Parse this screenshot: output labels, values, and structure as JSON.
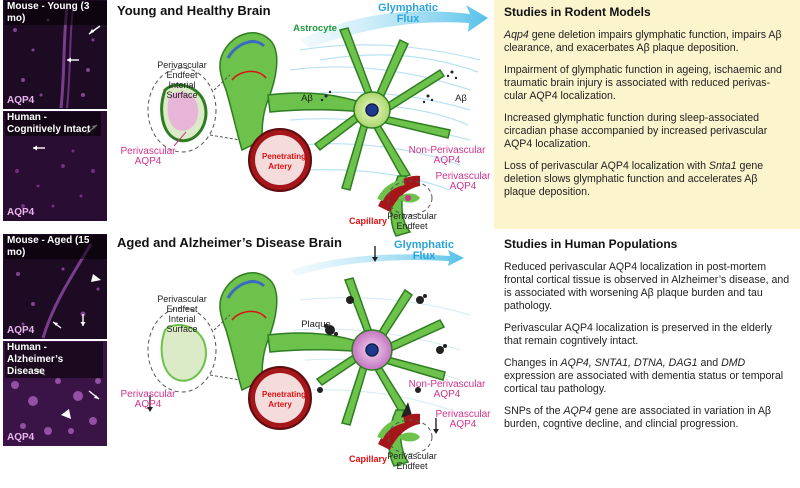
{
  "top": {
    "section_title": "Young and Healthy Brain",
    "panels": [
      {
        "label": "Mouse - Young (3 mo)",
        "stain": "AQP4"
      },
      {
        "label": "Human - Cognitively Intact",
        "stain": "AQP4"
      }
    ],
    "labels": {
      "flux": "Glymphatic Flux",
      "astrocyte": "Astrocyte",
      "abeta": "Aβ",
      "endfeet_surface": "Perivascular Endfeet Interial Surface",
      "perivascular_aqp4": "Perivascular AQP4",
      "penetrating_artery": "Penetrating Artery",
      "non_perivascular_aqp4": "Non-Perivascular AQP4",
      "perivascular_aqp4_right": "Perivascular AQP4",
      "capillary": "Capillary",
      "perivascular_endfeet": "Perivascular Endfeet"
    }
  },
  "bottom": {
    "section_title": "Aged and Alzheimer’s Disease Brain",
    "panels": [
      {
        "label": "Mouse - Aged (15 mo)",
        "stain": "AQP4"
      },
      {
        "label": "Human - Alzheimer’s Disease",
        "stain": "AQP4"
      }
    ],
    "labels": {
      "flux": "Glymphatic Flux",
      "plaque": "Plaque",
      "endfeet_surface": "Perivascular Endfeet Interial Surface",
      "perivascular_aqp4": "Perivascular AQP4",
      "penetrating_artery": "Penetrating Artery",
      "non_perivascular_aqp4": "Non-Perivascular AQP4",
      "perivascular_aqp4_right": "Perivascular AQP4",
      "capillary": "Capillary",
      "perivascular_endfeet": "Perivascular Endfeet"
    }
  },
  "rodent": {
    "title": "Studies in Rodent Models",
    "p1_gene": "Aqp4",
    "p1_rest": " gene deletion impairs glymphatic function, impairs Aβ clearance, and exacerbates Aβ plaque deposition.",
    "p2": "Impairment of glymphatic function in ageing, ischaemic and traumatic brain injury is associated with reduced perivas-cular AQP4 localization.",
    "p3": "Increased glymphatic function during sleep-associated circadian phase accompanied by increased perivascular AQP4 localization.",
    "p4_pre": "Loss of perivascular AQP4 localization with ",
    "p4_gene": "Snta1",
    "p4_post": " gene deletion slows glymphatic function and accelerates Aβ plaque deposition."
  },
  "human": {
    "title": "Studies in Human Populations",
    "p1": "Reduced perivascular AQP4 localization in post-mortem frontal cortical tissue is observed in Alzheimer’s disease, and is associated with worsening Aβ plaque burden and tau pathology.",
    "p2": "Perivascular AQP4 localization is preserved in the elderly that remain cogntively intact.",
    "p3_pre": "Changes in ",
    "p3_g1": "AQP4, SNTA1, DTNA, DAG1",
    "p3_and": " and ",
    "p3_g2": "DMD",
    "p3_post": " expression are associated with dementia status or temporal cortical tau pathology.",
    "p4_pre": "SNPs of the ",
    "p4_gene": "AQP4",
    "p4_post": " gene are associated in variation in Aβ burden, cogntive decline, and clincial progression."
  },
  "colors": {
    "astro_green": "#6cc24a",
    "dark_green": "#2f7d22",
    "artery_red": "#a4161a",
    "aqp4_pink": "#d2338c",
    "flux_blue": "#2aa4dd",
    "box_yellow": "#fcf4cd"
  }
}
